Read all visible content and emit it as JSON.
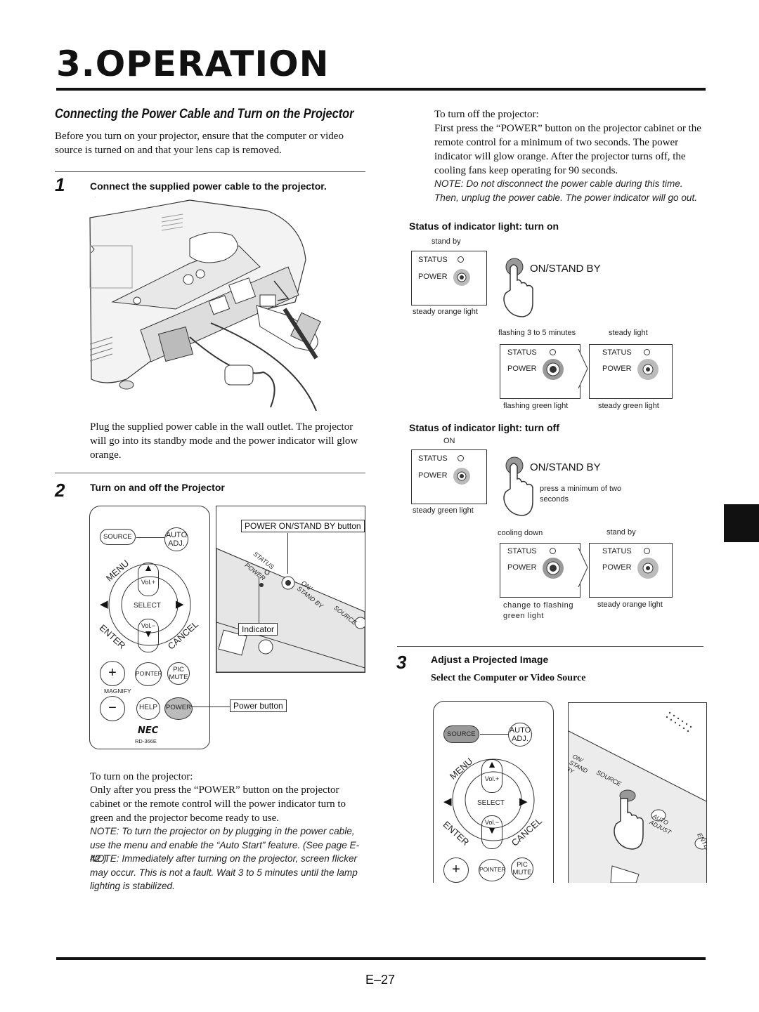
{
  "page": {
    "heading": "3.OPERATION",
    "page_number": "E–27"
  },
  "left": {
    "section_title": "Connecting the Power Cable and Turn on the Projector",
    "intro": "Before you turn on your projector, ensure that the computer or video source is turned on and that your lens cap is removed.",
    "step1": {
      "num": "1",
      "title": "Connect the supplied power cable to the projector."
    },
    "plug_text": "Plug the supplied power cable in the wall outlet. The projector will go into its standby mode and the power indicator will glow orange.",
    "step2": {
      "num": "2",
      "title": "Turn on and off the Projector"
    },
    "callouts": {
      "power_standby": "POWER ON/STAND BY button",
      "indicator": "Indicator",
      "power_button": "Power button"
    },
    "turn_on_title": "To turn on the projector:",
    "turn_on_text": "Only after you press the “POWER” button on the projector cabinet or the remote control will the power indicator turn to green and the projector become ready to use.",
    "note1": "NOTE: To turn the projector on by plugging in the power cable, use the menu and enable the “Auto Start” feature. (See page E-42.)",
    "note2": "NOTE: Immediately after turning on the projector, screen flicker may occur. This is not a fault. Wait 3 to 5 minutes until the lamp lighting is stabilized."
  },
  "remote": {
    "source": "SOURCE",
    "auto": "AUTO",
    "adj": "ADJ.",
    "menu": "MENU",
    "vol_plus": "Vol.+",
    "select": "SELECT",
    "vol_minus": "Vol.−",
    "enter": "ENTER",
    "cancel": "CANCEL",
    "pointer": "POINTER",
    "pic": "PIC",
    "mute": "MUTE",
    "magnify": "MAGNIFY",
    "help": "HELP",
    "power": "POWER",
    "brand": "NEC",
    "model": "RD-366E",
    "plus": "+",
    "minus": "−"
  },
  "panel": {
    "status": "STATUS",
    "power": "POWER",
    "on_standby": "ON/ STAND BY",
    "source": "SOURCE",
    "auto_adjust": "AUTO ADJUST",
    "enter": "ENTER"
  },
  "right": {
    "turn_off_title": "To turn off the projector:",
    "turn_off_text": "First press the “POWER” button on the projector cabinet or the remote control for a minimum of two seconds. The power indicator will glow orange. After the projector turns off, the cooling fans keep operating for 90 seconds.",
    "note_off": "NOTE: Do not disconnect the power cable during this time. Then, unplug the power cable. The power indicator will go out.",
    "status_on_title": "Status of indicator light: turn on",
    "status_off_title": "Status of indicator light: turn off",
    "on_standby_label": "ON/STAND BY",
    "status_label": "STATUS",
    "power_label": "POWER",
    "on_states": {
      "stand_by": "stand by",
      "steady_orange": "steady orange light",
      "flashing_3_5": "flashing 3 to 5 minutes",
      "steady_light": "steady light",
      "flashing_green": "flashing green light",
      "steady_green": "steady green light"
    },
    "off_states": {
      "on": "ON",
      "steady_green": "steady green light",
      "press_min": "press a minimum of two seconds",
      "cooling_down": "cooling down",
      "stand_by": "stand by",
      "change_flash": "change to flashing green light",
      "steady_orange": "steady orange light"
    },
    "step3": {
      "num": "3",
      "title": "Adjust a Projected Image",
      "subtitle": "Select the Computer or Video Source"
    }
  }
}
